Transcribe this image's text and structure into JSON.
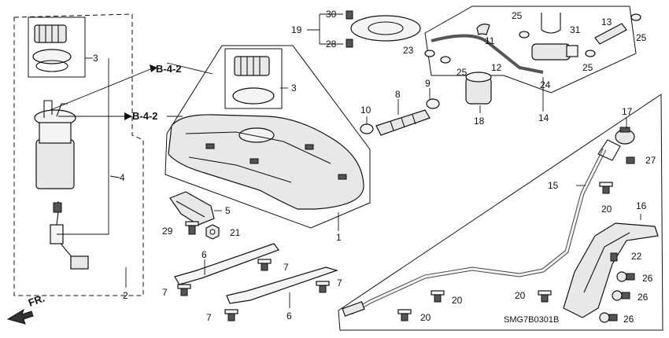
{
  "labels": {
    "p1": "1",
    "p2": "2",
    "p3a": "3",
    "p3b": "3",
    "p4": "4",
    "p5": "5",
    "p6a": "6",
    "p6b": "6",
    "p7a": "7",
    "p7b": "7",
    "p7c": "7",
    "p7d": "7",
    "p8": "8",
    "p9": "9",
    "p10": "10",
    "p11": "11",
    "p12": "12",
    "p13": "13",
    "p14": "14",
    "p15": "15",
    "p16": "16",
    "p17": "17",
    "p18": "18",
    "p19": "19",
    "p20a": "20",
    "p20b": "20",
    "p20c": "20",
    "p20d": "20",
    "p21": "21",
    "p22": "22",
    "p23": "23",
    "p24": "24",
    "p25a": "25",
    "p25b": "25",
    "p25c": "25",
    "p25d": "25",
    "p26a": "26",
    "p26b": "26",
    "p26c": "26",
    "p27": "27",
    "p28": "28",
    "p29": "29",
    "p30": "30",
    "p31": "31"
  },
  "refs": {
    "b42_top": "B-4-2",
    "b42_mid": "B-4-2"
  },
  "direction": "FR.",
  "diagram_code": "SMG7B0301B"
}
